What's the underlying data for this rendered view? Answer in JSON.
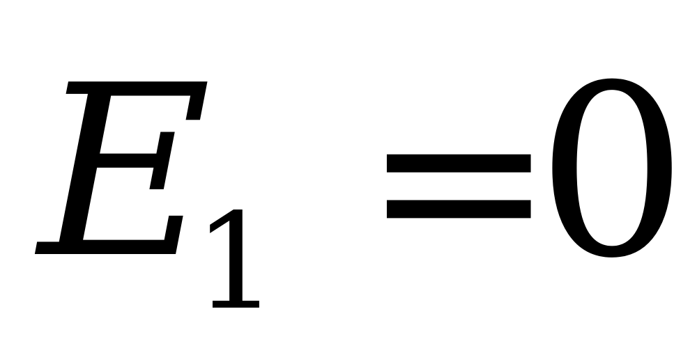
{
  "equation": {
    "variable": "E",
    "subscript": "1",
    "operator": "=",
    "value": "0"
  },
  "colors": {
    "background": "#ffffff",
    "text": "#000000"
  }
}
